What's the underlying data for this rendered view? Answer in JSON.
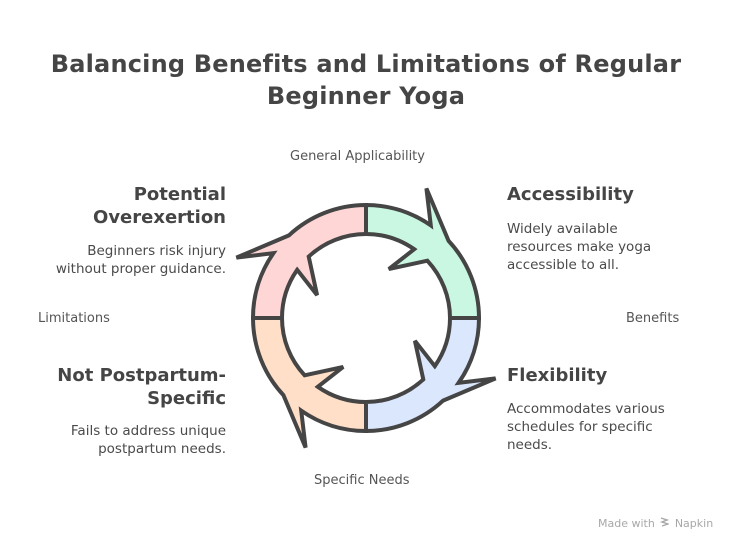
{
  "title": {
    "line1": "Balancing Benefits and Limitations of Regular",
    "line2": "Beginner Yoga"
  },
  "axes": {
    "top": "General Applicability",
    "bottom": "Specific Needs",
    "left": "Limitations",
    "right": "Benefits"
  },
  "quadrants": [
    {
      "id": "top-left",
      "title_lines": [
        "Potential",
        "Overexertion"
      ],
      "desc_lines": [
        "Beginners risk injury",
        "without proper guidance."
      ],
      "color": "#ffd6d6"
    },
    {
      "id": "top-right",
      "title_lines": [
        "Accessibility"
      ],
      "desc_lines": [
        "Widely available",
        "resources make yoga",
        "accessible to all."
      ],
      "color": "#c9f7e2"
    },
    {
      "id": "bottom-left",
      "title_lines": [
        "Not Postpartum-",
        "Specific"
      ],
      "desc_lines": [
        "Fails to address unique",
        "postpartum needs."
      ],
      "color": "#ffdfc7"
    },
    {
      "id": "bottom-right",
      "title_lines": [
        "Flexibility"
      ],
      "desc_lines": [
        "Accommodates various",
        "schedules for specific",
        "needs."
      ],
      "color": "#dbe7fd"
    }
  ],
  "outline_color": "#454545",
  "footer": {
    "made_with": "Made with",
    "brand": "Napkin",
    "logo_icon": "napkin-logo-icon"
  }
}
